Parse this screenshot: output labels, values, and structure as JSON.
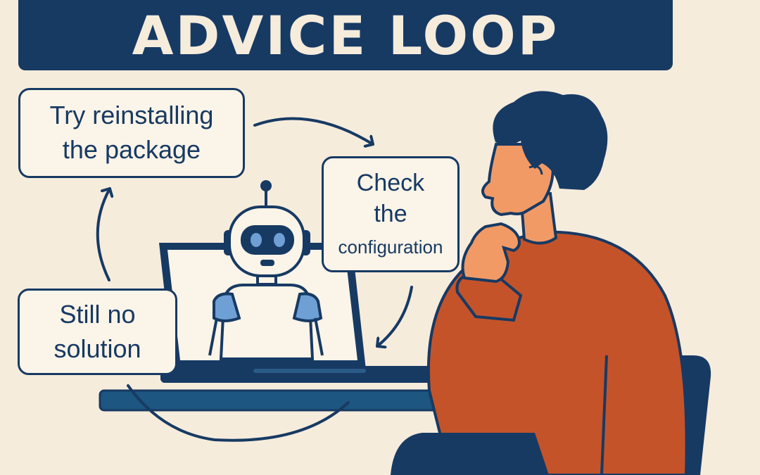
{
  "title": "ADVICE LOOP",
  "steps": {
    "step1": {
      "line1": "Try reinstalling",
      "line2": "the package"
    },
    "step2": {
      "line1": "Check",
      "line2": "the",
      "line3": "configuration"
    },
    "step3": {
      "line1": "Still no",
      "line2": "solution"
    }
  },
  "colors": {
    "navy": "#173a63",
    "background": "#f6ecdc",
    "shirt": "#c4532a",
    "skin": "#f29a66",
    "robot_accent": "#6ea0d6"
  }
}
